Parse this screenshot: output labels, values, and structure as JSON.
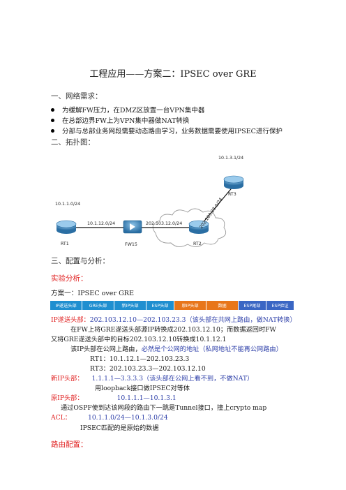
{
  "title": "工程应用——方案二：IPSEC over GRE",
  "sections": {
    "requirements": "一、网络需求：",
    "topology": "二、拓扑图：",
    "config": "三、配置与分析："
  },
  "bullets": [
    "为缓解FW压力，在DMZ区放置一台VPN集中器",
    "在总部边界FW上为VPN集中器做NAT转换",
    "分部与总部业务网段需要动态路由学习，业务数据需要使用IPSEC进行保护"
  ],
  "topology": {
    "rt1_net": "10.1.1.0/24",
    "rt1_link": "10.1.12.0/24",
    "fw_link": "202.103.12.0/24",
    "rt2_rt3_link": "202.103.23.0/24",
    "rt3_net": "10.1.3.1/24",
    "rt1": "RT1",
    "fw": "FW15",
    "rt2": "RT2",
    "rt3": "RT3"
  },
  "analysis_heading": "实验分析：",
  "scheme_one": "方案一：IPSEC over GRE",
  "packet_fields": [
    {
      "label": "IP遂送头部",
      "color": "#1f8fd0"
    },
    {
      "label": "GRE头部",
      "color": "#1f8fd0"
    },
    {
      "label": "新IP头部",
      "color": "#1f8fd0"
    },
    {
      "label": "ESP头部",
      "color": "#1f8fd0"
    },
    {
      "label": "原IP头部",
      "color": "#e8761a"
    },
    {
      "label": "数据",
      "color": "#e8761a"
    },
    {
      "label": "ESP尾部",
      "color": "#3a66c4"
    },
    {
      "label": "ESP验证",
      "color": "#3a66c4"
    }
  ],
  "lines": {
    "ip_tunnel_label": "IP遂送头部：",
    "ip_tunnel_value": "202.103.12.10—202.103.23.3",
    "ip_tunnel_note": "（该头部在共网上路由，做NAT转换）",
    "fw_line1": "在FW上将GRE遂送头部源IP转换成202.103.12.10；而数据返回时FW",
    "fw_line2": "又将GRE遂送头部中的目标202.103.12.10转换成10.1.12.1",
    "route_a": "该IP头部在公网上路由，",
    "route_b": "必然是个公网的地址（私网地址不能再公网路由）",
    "rt1": "RT1：10.1.12.1—202.103.23.3",
    "rt3": "RT3：202.103.23.3—202.103.12.10",
    "new_ip_label": "新IP头部：",
    "new_ip_value": "1.1.1.1—3.3.3.3",
    "new_ip_note": "（该头部在公网上看不到，不做NAT）",
    "loopback": "用loopback接口做IPSEC对等体",
    "orig_ip_label": "原IP头部：",
    "orig_ip_value": "10.1.1.1—10.1.3.1",
    "ospf": "通过OSPF使到达该网段的路由下一跳是Tunnel接口，撞上crypto map",
    "acl_label": "ACL：",
    "acl_value": "10.1.1.0/24—10.1.3.0/24",
    "ipsec_match": "IPSEC匹配的是原始的数据"
  },
  "routing_heading": "路由配置："
}
